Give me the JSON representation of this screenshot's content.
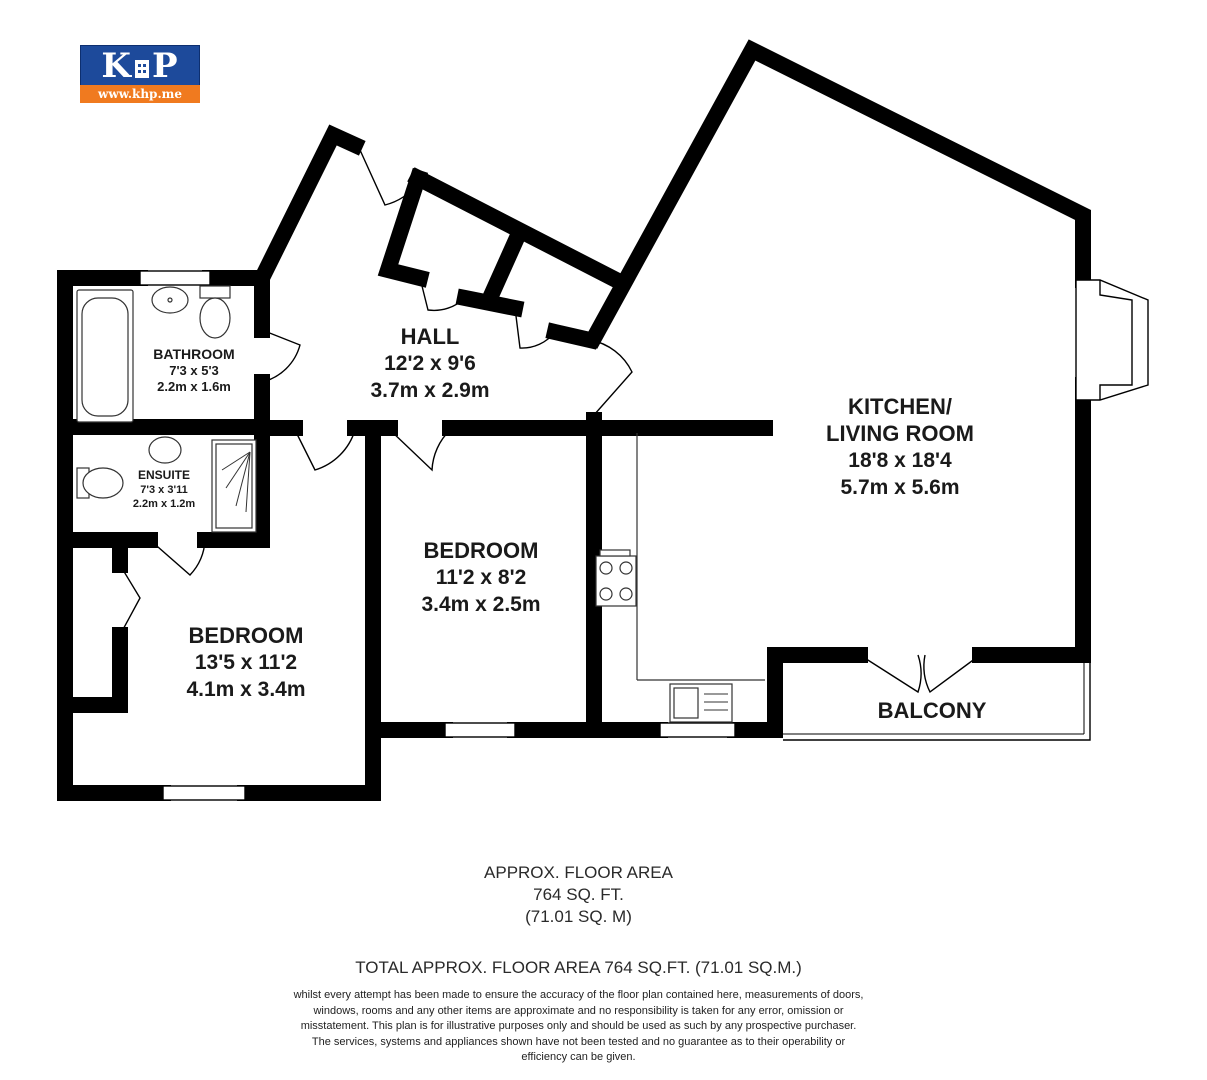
{
  "logo": {
    "letter_left": "K",
    "letter_right": "P",
    "url": "www.khp.me",
    "colors": {
      "blue": "#1d4a9b",
      "orange": "#f07a1f"
    }
  },
  "rooms": {
    "bathroom": {
      "name": "BATHROOM",
      "imperial": "7'3 x 5'3",
      "metric": "2.2m x 1.6m"
    },
    "hall": {
      "name": "HALL",
      "imperial": "12'2 x 9'6",
      "metric": "3.7m x 2.9m"
    },
    "kitchen": {
      "name_line1": "KITCHEN/",
      "name_line2": "LIVING ROOM",
      "imperial": "18'8 x 18'4",
      "metric": "5.7m x 5.6m"
    },
    "ensuite": {
      "name": "ENSUITE",
      "imperial": "7'3 x 3'11",
      "metric": "2.2m x 1.2m"
    },
    "bedroom_middle": {
      "name": "BEDROOM",
      "imperial": "11'2 x 8'2",
      "metric": "3.4m x 2.5m"
    },
    "bedroom_left": {
      "name": "BEDROOM",
      "imperial": "13'5 x 11'2",
      "metric": "4.1m x 3.4m"
    },
    "balcony": {
      "name": "BALCONY"
    }
  },
  "floor_area": {
    "line1": "APPROX. FLOOR AREA",
    "line2": "764 SQ. FT.",
    "line3": "(71.01 SQ. M)"
  },
  "total_area": "TOTAL APPROX. FLOOR AREA 764 SQ.FT. (71.01 SQ.M.)",
  "disclaimer": "whilst every attempt has been made to ensure the accuracy of the floor plan contained here, measurements of doors, windows, rooms and any other items are approximate and no responsibility is taken for any error, omission or misstatement. This plan is for illustrative purposes only and should be used as such by any prospective purchaser. The services, systems and appliances shown have not been tested and no guarantee as to their operability or efficiency can be given.",
  "colors": {
    "wall": "#000000",
    "fixture": "#333333",
    "background": "#ffffff"
  }
}
